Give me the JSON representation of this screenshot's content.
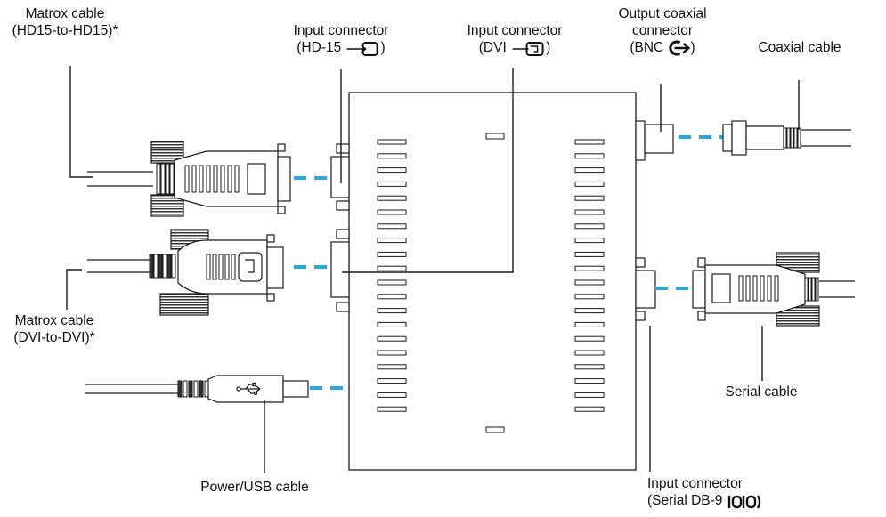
{
  "labels": {
    "hd15_cable": {
      "line1": "Matrox cable",
      "line2": "(HD15-to-HD15)*"
    },
    "hd15_input": {
      "line1": "Input connector",
      "line2_prefix": "(HD-15",
      "line2_suffix": ")"
    },
    "dvi_input": {
      "line1": "Input connector",
      "line2_prefix": "(DVI",
      "line2_suffix": ")"
    },
    "bnc_output": {
      "line1": "Output coaxial",
      "line2": "connector",
      "line3_prefix": "(BNC",
      "line3_suffix": ")"
    },
    "coaxial_cable": {
      "line1": "Coaxial cable"
    },
    "dvi_cable": {
      "line1": "Matrox cable",
      "line2": "(DVI-to-DVI)*"
    },
    "serial_cable": {
      "line1": "Serial cable"
    },
    "usb_cable": {
      "line1": "Power/USB cable"
    },
    "serial_input": {
      "line1": "Input connector",
      "line2_prefix": "(Serial DB-9"
    }
  },
  "colors": {
    "line": "#1a1a1a",
    "dash": "#29a8e0",
    "fill": "#ffffff",
    "dark": "#333333"
  },
  "icons": [
    "input-arrow-icon",
    "dvi-input-icon",
    "bnc-output-icon",
    "serial-db9-icon",
    "usb-trident-icon"
  ]
}
